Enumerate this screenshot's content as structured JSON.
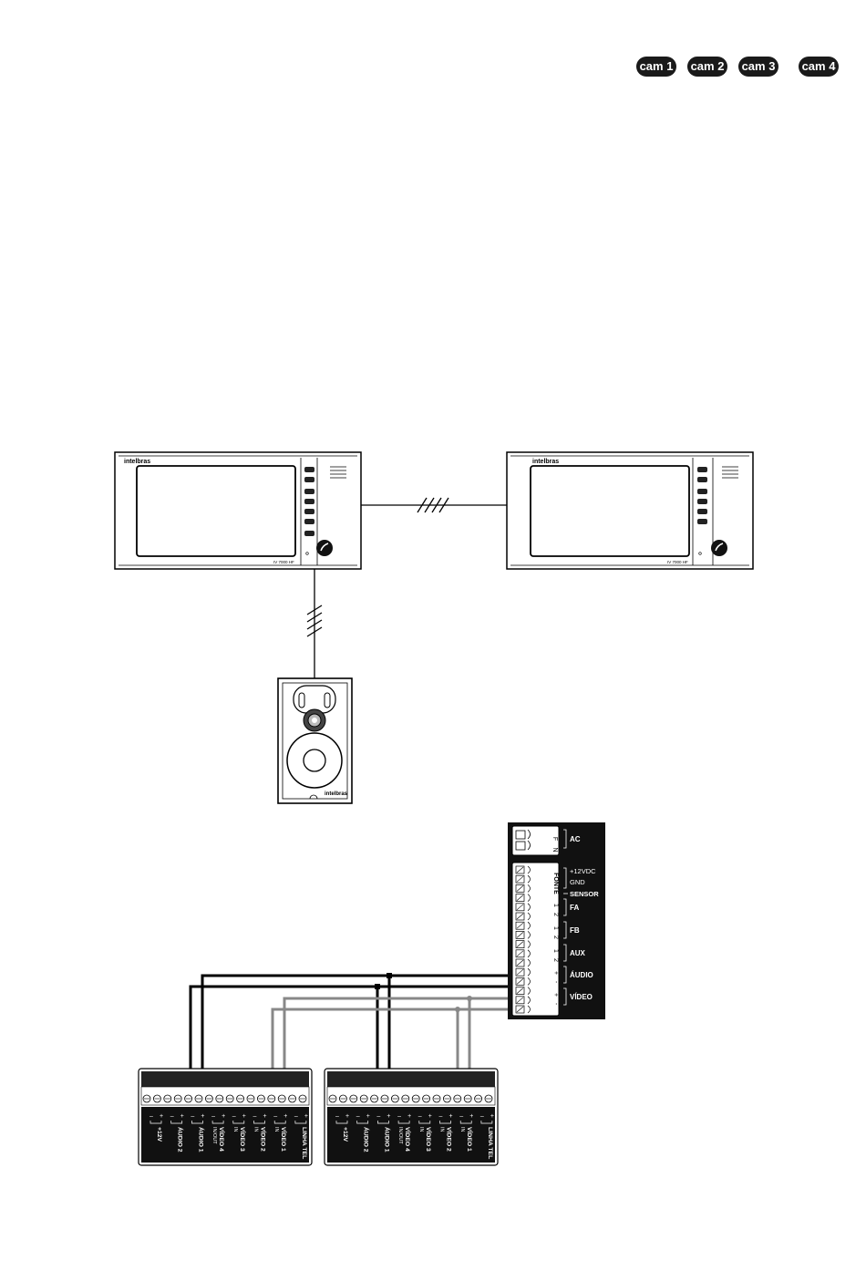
{
  "cam_buttons": [
    "cam 1",
    "cam 2",
    "cam 3",
    "cam 4"
  ],
  "monitors": [
    {
      "brand": "intelbras",
      "model": "IV 7000 HF"
    },
    {
      "brand": "intelbras",
      "model": "IV 7000 HF"
    }
  ],
  "door_station": {
    "brand": "intelbras"
  },
  "terminal_block": {
    "ac_pins": [
      "F",
      "N"
    ],
    "ac_label": "AC",
    "fonte_label": "FONTE",
    "fonte_12v": "+12VDC",
    "fonte_gnd": "GND",
    "sensor_label": "SENSOR",
    "groups": [
      {
        "label": "FA",
        "pins": [
          "1",
          "2"
        ]
      },
      {
        "label": "FB",
        "pins": [
          "1",
          "2"
        ]
      },
      {
        "label": "AUX",
        "pins": [
          "1",
          "2"
        ]
      },
      {
        "label": "ÁUDIO",
        "pins": [
          "+",
          "-"
        ]
      },
      {
        "label": "VÍDEO",
        "pins": [
          "+",
          "-"
        ]
      }
    ]
  },
  "connectors": [
    {
      "pins": [
        {
          "label": "+12V",
          "sub": ""
        },
        {
          "label": "ÁUDIO 2",
          "sub": ""
        },
        {
          "label": "ÁUDIO 1",
          "sub": ""
        },
        {
          "label": "VÍDEO 4",
          "sub": "IN/OUT"
        },
        {
          "label": "VÍDEO 3",
          "sub": "IN"
        },
        {
          "label": "VÍDEO 2",
          "sub": "IN"
        },
        {
          "label": "VÍDEO 1",
          "sub": "IN"
        },
        {
          "label": "LINHA TEL",
          "sub": ""
        }
      ]
    },
    {
      "pins": [
        {
          "label": "+12V",
          "sub": ""
        },
        {
          "label": "ÁUDIO 2",
          "sub": ""
        },
        {
          "label": "ÁUDIO 1",
          "sub": ""
        },
        {
          "label": "VÍDEO 4",
          "sub": "IN/OUT"
        },
        {
          "label": "VÍDEO 3",
          "sub": "IN"
        },
        {
          "label": "VÍDEO 2",
          "sub": "IN"
        },
        {
          "label": "VÍDEO 1",
          "sub": "IN"
        },
        {
          "label": "LINHA TEL",
          "sub": ""
        }
      ]
    }
  ]
}
